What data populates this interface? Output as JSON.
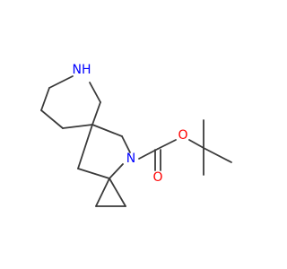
{
  "molecule": {
    "atoms": {
      "nh": {
        "text": "NH",
        "color": "#0000ff"
      },
      "n": {
        "text": "N",
        "color": "#0000ff"
      },
      "o_ether": {
        "text": "O",
        "color": "#ff0000"
      },
      "o_carbonyl": {
        "text": "O",
        "color": "#ff0000"
      }
    },
    "bond_color": "#3a3a3a"
  }
}
